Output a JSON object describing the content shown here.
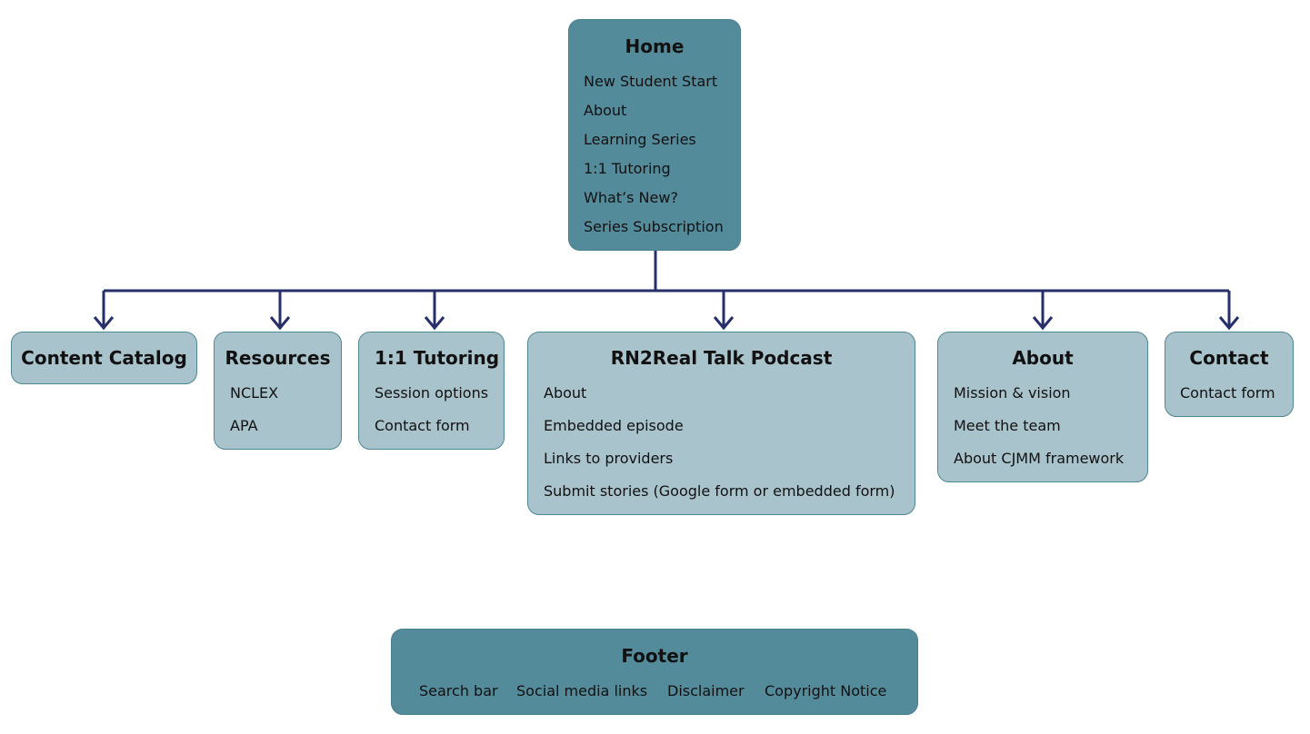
{
  "home": {
    "title": "Home",
    "items": [
      "New Student Start",
      "About",
      "Learning Series",
      "1:1 Tutoring",
      "What’s New?",
      "Series Subscription"
    ]
  },
  "sections": [
    {
      "title": "Content Catalog",
      "items": []
    },
    {
      "title": "Resources",
      "items": [
        "NCLEX",
        "APA"
      ]
    },
    {
      "title": "1:1 Tutoring",
      "items": [
        "Session options",
        "Contact form"
      ]
    },
    {
      "title": "RN2Real Talk Podcast",
      "items": [
        "About",
        "Embedded episode",
        "Links to providers",
        "Submit stories (Google form or embedded form)"
      ]
    },
    {
      "title": "About",
      "items": [
        "Mission & vision",
        "Meet the team",
        "About CJMM framework"
      ]
    },
    {
      "title": "Contact",
      "items": [
        "Contact form"
      ]
    }
  ],
  "footer": {
    "title": "Footer",
    "items": [
      "Search bar",
      "Social media links",
      "Disclaimer",
      "Copyright Notice"
    ]
  },
  "colors": {
    "home_fill": "#548b9b",
    "section_fill": "#a9c3cc",
    "connector": "#25306b"
  }
}
